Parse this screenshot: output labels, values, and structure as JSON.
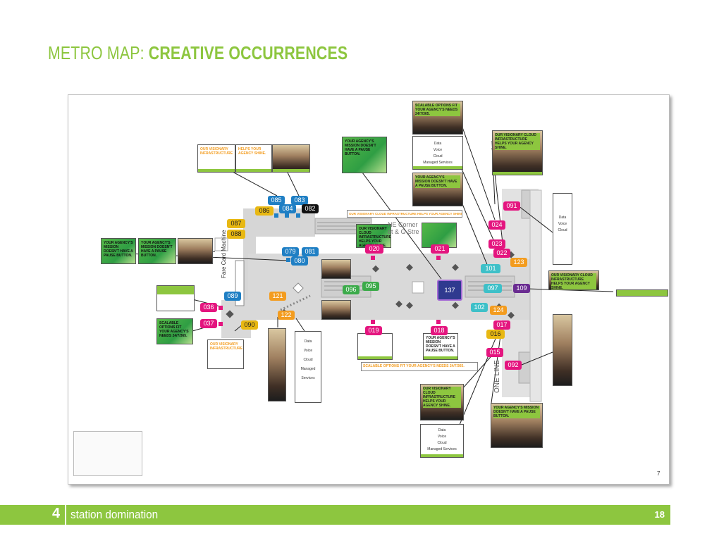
{
  "header": {
    "title_light": "METRO MAP: ",
    "title_bold": "CREATIVE OCCURRENCES"
  },
  "footer": {
    "section_number": "4",
    "section_label": "station domination",
    "page_number": "18"
  },
  "map": {
    "page_number": "7",
    "station_text": [
      "NE Corner",
      "et & G Stre"
    ],
    "fare_machine": "Fare Card Machine",
    "line_label": "ONE  LINE",
    "strip_orange_1": "OUR VISIONARY CLOUD INFRASTRUCTURE HELPS YOUR AGENCY SHINE.",
    "strip_orange_2": "SCALABLE OPTIONS FIT YOUR AGENCY'S NEEDS 24/7/365.",
    "menu_items": [
      "Data",
      "Voice",
      "Cloud",
      "Managed Services"
    ],
    "markers": [
      {
        "id": "085",
        "color": "#1f7fc4"
      },
      {
        "id": "083",
        "color": "#1f7fc4"
      },
      {
        "id": "084",
        "color": "#1f7fc4"
      },
      {
        "id": "082",
        "color": "#111111"
      },
      {
        "id": "086",
        "color": "#e8b812"
      },
      {
        "id": "087",
        "color": "#e8b812"
      },
      {
        "id": "088",
        "color": "#e8b812"
      },
      {
        "id": "079",
        "color": "#1f7fc4"
      },
      {
        "id": "081",
        "color": "#1f7fc4"
      },
      {
        "id": "080",
        "color": "#1f7fc4"
      },
      {
        "id": "020",
        "color": "#e4157f"
      },
      {
        "id": "021",
        "color": "#e4157f"
      },
      {
        "id": "024",
        "color": "#e4157f"
      },
      {
        "id": "023",
        "color": "#e4157f"
      },
      {
        "id": "022",
        "color": "#e4157f"
      },
      {
        "id": "091",
        "color": "#e4157f"
      },
      {
        "id": "101",
        "color": "#3ec0c8"
      },
      {
        "id": "123",
        "color": "#f39c1f"
      },
      {
        "id": "137",
        "color": "#2f3a8f"
      },
      {
        "id": "097",
        "color": "#3ec0c8"
      },
      {
        "id": "109",
        "color": "#6a2c91"
      },
      {
        "id": "096",
        "color": "#3cab4a"
      },
      {
        "id": "095",
        "color": "#3cab4a"
      },
      {
        "id": "089",
        "color": "#1f7fc4"
      },
      {
        "id": "036",
        "color": "#e4157f"
      },
      {
        "id": "037",
        "color": "#e4157f"
      },
      {
        "id": "090",
        "color": "#e8b812"
      },
      {
        "id": "121",
        "color": "#f39c1f"
      },
      {
        "id": "122",
        "color": "#f39c1f"
      },
      {
        "id": "102",
        "color": "#3ec0c8"
      },
      {
        "id": "124",
        "color": "#f39c1f"
      },
      {
        "id": "017",
        "color": "#e4157f"
      },
      {
        "id": "016",
        "color": "#e8b812"
      },
      {
        "id": "015",
        "color": "#e4157f"
      },
      {
        "id": "092",
        "color": "#e4157f"
      },
      {
        "id": "019",
        "color": "#e4157f"
      },
      {
        "id": "018",
        "color": "#e4157f"
      }
    ],
    "card_texts": {
      "our_infra": "OUR VISIONARY INFRASTRUCTURE",
      "helps_shine": "HELPS YOUR AGENCY SHINE.",
      "pause": "YOUR AGENCY'S MISSION DOESN'T HAVE A PAUSE BUTTON.",
      "scalable": "SCALABLE OPTIONS FIT YOUR AGENCY'S NEEDS 24/7/365.",
      "cloud_shine": "OUR VISIONARY CLOUD INFRASTRUCTURE HELPS YOUR AGENCY SHINE."
    }
  }
}
